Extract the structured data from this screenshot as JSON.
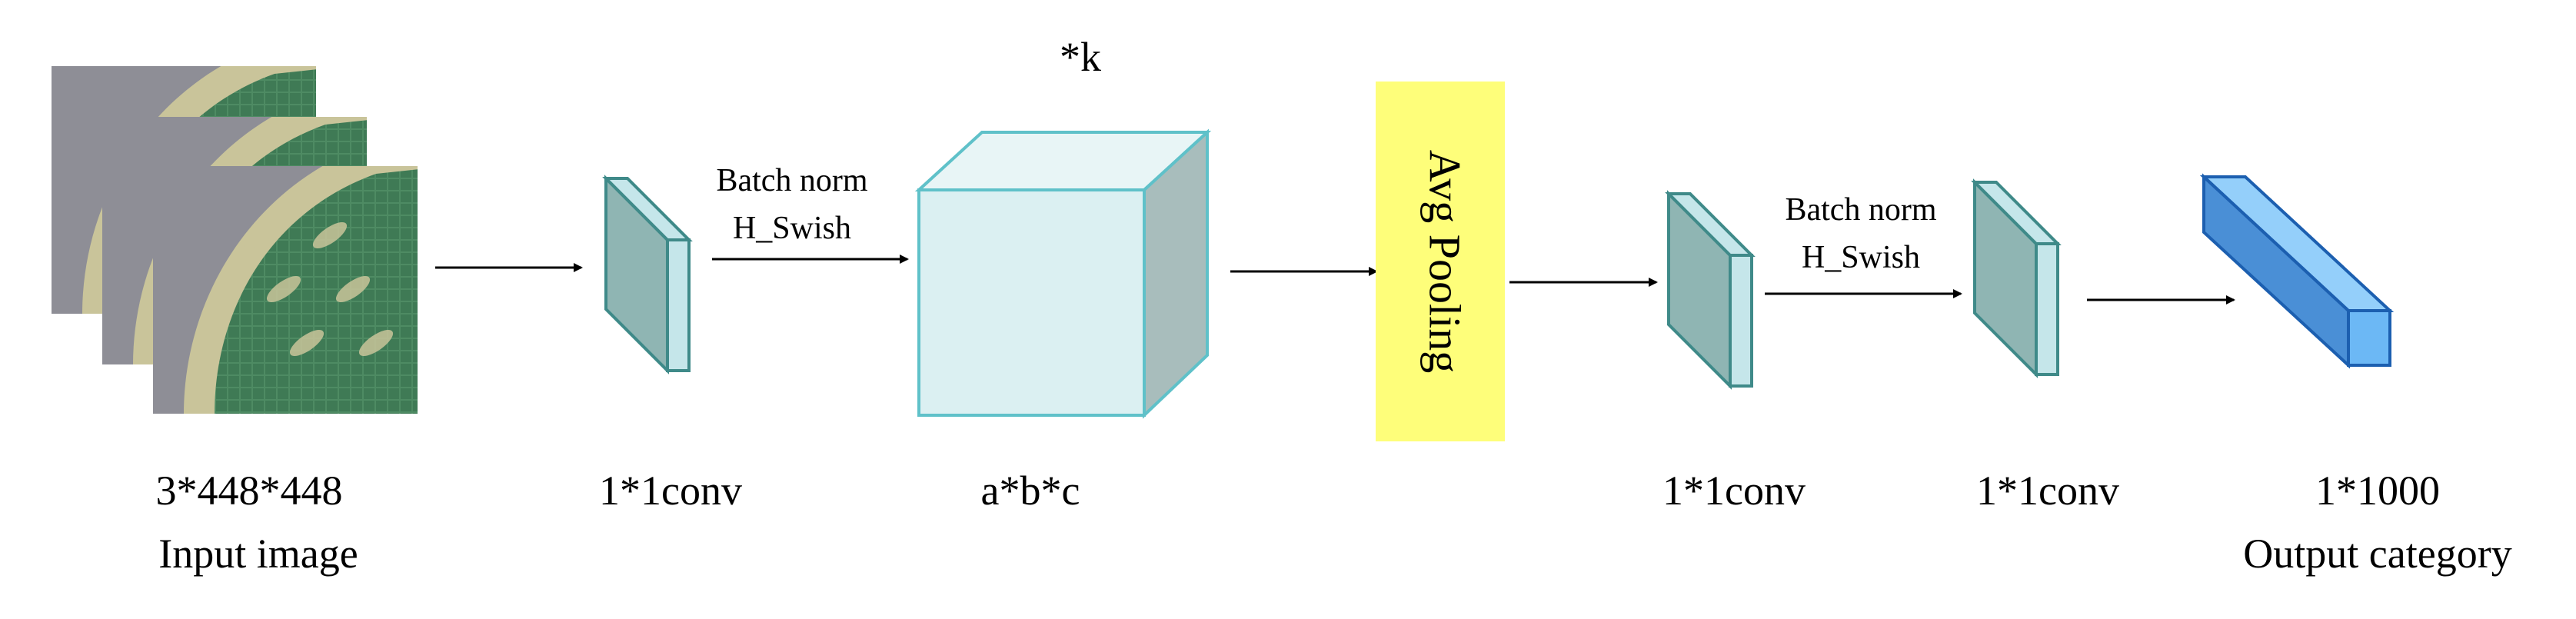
{
  "diagram": {
    "input": {
      "dims": "3*448*448",
      "caption": "Input image"
    },
    "stage1": {
      "conv_label": "1*1conv",
      "op_line1": "Batch norm",
      "op_line2": "H_Swish"
    },
    "feature_block": {
      "repeat_label": "*k",
      "dims": "a*b*c"
    },
    "pooling": {
      "label": "Avg Pooling"
    },
    "stage2": {
      "conv_label_a": "1*1conv",
      "op_line1": "Batch norm",
      "op_line2": "H_Swish",
      "conv_label_b": "1*1conv"
    },
    "output": {
      "dims": "1*1000",
      "caption": "Output category"
    }
  },
  "colors": {
    "conv_front": "#8fb5b3",
    "conv_side": "#c5e6ea",
    "conv_stroke": "#3f8a89",
    "cube_front": "#dbf0f2",
    "cube_top": "#e8f5f6",
    "cube_side": "#a8bdbc",
    "cube_stroke": "#5fc1c9",
    "pool_fill": "#fefe7a",
    "output_front": "#4a8fd6",
    "output_side": "#6cb8f5",
    "output_top": "#94cffa",
    "output_stroke": "#1c5fb0",
    "leaf_green": "#3f7a55",
    "leaf_light": "#c9c49a",
    "photo_bg": "#8e8e96"
  },
  "icons": [
    "leaf-photo-icon",
    "arrow-right-icon"
  ]
}
